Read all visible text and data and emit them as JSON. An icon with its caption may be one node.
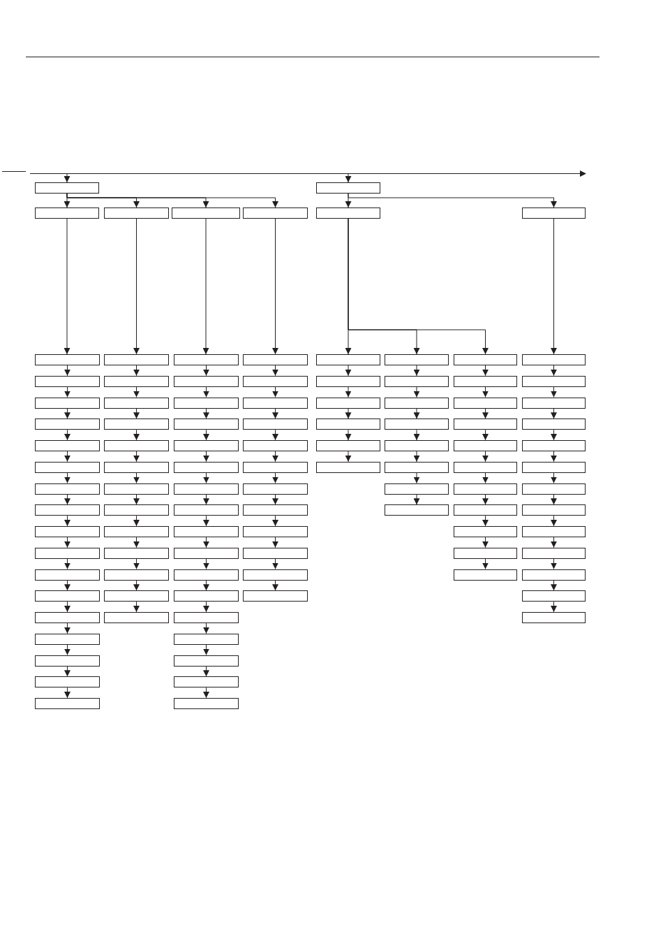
{
  "diagram": {
    "nodes": [
      {
        "text": [],
        "shape": "box"
      },
      {
        "text": [],
        "shape": "box"
      },
      {
        "text": [],
        "shape": "box"
      },
      {
        "text": [],
        "shape": "box"
      },
      {
        "text": [],
        "shape": "box"
      },
      {
        "text": [],
        "shape": "box"
      },
      {
        "text": [],
        "shape": "box"
      },
      {
        "text": [],
        "shape": "box"
      },
      {
        "text": [],
        "shape": "box"
      },
      {
        "text": [],
        "shape": "box"
      },
      {
        "text": [],
        "shape": "box"
      },
      {
        "text": [],
        "shape": "box"
      },
      {
        "text": [],
        "shape": "box"
      },
      {
        "text": [],
        "shape": "box"
      },
      {
        "text": [],
        "shape": "box"
      },
      {
        "text": [],
        "shape": "box"
      },
      {
        "text": [],
        "shape": "box"
      },
      {
        "text": [],
        "shape": "box"
      },
      {
        "text": [],
        "shape": "box"
      },
      {
        "text": [],
        "shape": "box"
      },
      {
        "text": [],
        "shape": "box"
      },
      {
        "text": [],
        "shape": "box"
      },
      {
        "text": [],
        "shape": "box"
      },
      {
        "text": [],
        "shape": "box"
      },
      {
        "text": [],
        "shape": "box"
      },
      {
        "text": [],
        "shape": "box"
      },
      {
        "text": [],
        "shape": "box"
      },
      {
        "text": [],
        "shape": "box"
      },
      {
        "text": [],
        "shape": "box"
      },
      {
        "text": [],
        "shape": "box"
      },
      {
        "text": [],
        "shape": "box"
      },
      {
        "text": [],
        "shape": "box"
      },
      {
        "text": [],
        "shape": "box"
      },
      {
        "text": [],
        "shape": "box"
      },
      {
        "text": [],
        "shape": "box"
      },
      {
        "text": [],
        "shape": "box"
      },
      {
        "text": [],
        "shape": "box"
      },
      {
        "text": [],
        "shape": "box"
      },
      {
        "text": [],
        "shape": "box"
      },
      {
        "text": [],
        "shape": "box"
      },
      {
        "text": [],
        "shape": "box"
      },
      {
        "text": [],
        "shape": "box"
      },
      {
        "text": [],
        "shape": "box"
      },
      {
        "text": [],
        "shape": "box"
      },
      {
        "text": [],
        "shape": "box"
      },
      {
        "text": [],
        "shape": "box"
      },
      {
        "text": [],
        "shape": "box"
      },
      {
        "text": [],
        "shape": "box"
      },
      {
        "text": [],
        "shape": "box"
      },
      {
        "text": [],
        "shape": "box"
      },
      {
        "text": [],
        "shape": "box"
      },
      {
        "text": [],
        "shape": "box"
      },
      {
        "text": [],
        "shape": "box"
      },
      {
        "text": [],
        "shape": "box"
      },
      {
        "text": [],
        "shape": "box"
      },
      {
        "text": [],
        "shape": "box"
      },
      {
        "text": [],
        "shape": "box"
      },
      {
        "text": [],
        "shape": "box"
      },
      {
        "text": [],
        "shape": "box"
      },
      {
        "text": [],
        "shape": "box"
      },
      {
        "text": [],
        "shape": "box"
      },
      {
        "text": [],
        "shape": "box"
      },
      {
        "text": [],
        "shape": "box"
      },
      {
        "text": [],
        "shape": "box"
      },
      {
        "text": [],
        "shape": "box"
      },
      {
        "text": [],
        "shape": "box"
      },
      {
        "text": [],
        "shape": "box"
      },
      {
        "text": [],
        "shape": "box"
      },
      {
        "text": [],
        "shape": "box"
      },
      {
        "text": [],
        "shape": "box"
      },
      {
        "text": [],
        "shape": "box"
      },
      {
        "text": [],
        "shape": "box"
      },
      {
        "text": [],
        "shape": "box"
      },
      {
        "text": [],
        "shape": "box"
      },
      {
        "text": [],
        "shape": "box"
      },
      {
        "text": [],
        "shape": "box"
      },
      {
        "text": [],
        "shape": "box"
      },
      {
        "text": [],
        "shape": "box"
      },
      {
        "text": [],
        "shape": "box"
      },
      {
        "text": [],
        "shape": "box"
      },
      {
        "text": [],
        "shape": "box"
      },
      {
        "text": [],
        "shape": "box"
      },
      {
        "text": [],
        "shape": "box"
      },
      {
        "text": [],
        "shape": "box"
      },
      {
        "text": [],
        "shape": "box"
      },
      {
        "text": [],
        "shape": "box"
      },
      {
        "text": [],
        "shape": "box"
      },
      {
        "text": [],
        "shape": "box"
      },
      {
        "text": [],
        "shape": "box"
      },
      {
        "text": [],
        "shape": "box"
      },
      {
        "text": [],
        "shape": "box"
      },
      {
        "text": [],
        "shape": "box"
      },
      {
        "text": [],
        "shape": "box"
      },
      {
        "text": [],
        "shape": "box"
      },
      {
        "text": [],
        "shape": "box"
      },
      {
        "text": [],
        "shape": "box"
      },
      {
        "text": [],
        "shape": "box"
      },
      {
        "text": [],
        "shape": "box"
      },
      {
        "text": [],
        "shape": "box"
      },
      {
        "text": [],
        "shape": "box"
      },
      {
        "text": [],
        "shape": "box"
      },
      {
        "text": [],
        "shape": "box"
      },
      {
        "text": [],
        "shape": "box"
      },
      {
        "text": [],
        "shape": "box"
      },
      {
        "text": [],
        "shape": "box"
      }
    ],
    "edges": [
      {
        "from": null,
        "to": 0,
        "arrow": "to"
      },
      {
        "from": null,
        "to": 1,
        "arrow": "to"
      },
      {
        "from": 0,
        "to": 2,
        "arrow": "to"
      },
      {
        "from": 0,
        "to": 3,
        "arrow": "to"
      },
      {
        "from": 0,
        "to": 4,
        "arrow": "to"
      },
      {
        "from": 0,
        "to": 5,
        "arrow": "to"
      },
      {
        "from": 1,
        "to": 6,
        "arrow": "to"
      },
      {
        "from": 1,
        "to": 7,
        "arrow": "to"
      },
      {
        "from": 2,
        "to": 8,
        "arrow": "to"
      },
      {
        "from": 3,
        "to": 25,
        "arrow": "to"
      },
      {
        "from": 4,
        "to": 38,
        "arrow": "to"
      },
      {
        "from": 5,
        "to": 55,
        "arrow": "to"
      },
      {
        "from": 6,
        "to": 67,
        "arrow": "to"
      },
      {
        "from": 6,
        "to": 73,
        "arrow": "to"
      },
      {
        "from": 6,
        "to": 81,
        "arrow": "to"
      },
      {
        "from": 7,
        "to": 92,
        "arrow": "to"
      },
      {
        "from": 8,
        "to": 9,
        "arrow": "to"
      },
      {
        "from": 9,
        "to": 10,
        "arrow": "to"
      },
      {
        "from": 10,
        "to": 11,
        "arrow": "to"
      },
      {
        "from": 11,
        "to": 12,
        "arrow": "to"
      },
      {
        "from": 12,
        "to": 13,
        "arrow": "to"
      },
      {
        "from": 13,
        "to": 14,
        "arrow": "to"
      },
      {
        "from": 14,
        "to": 15,
        "arrow": "to"
      },
      {
        "from": 15,
        "to": 16,
        "arrow": "to"
      },
      {
        "from": 16,
        "to": 17,
        "arrow": "to"
      },
      {
        "from": 17,
        "to": 18,
        "arrow": "to"
      },
      {
        "from": 18,
        "to": 19,
        "arrow": "to"
      },
      {
        "from": 19,
        "to": 20,
        "arrow": "to"
      },
      {
        "from": 20,
        "to": 21,
        "arrow": "to"
      },
      {
        "from": 21,
        "to": 22,
        "arrow": "to"
      },
      {
        "from": 22,
        "to": 23,
        "arrow": "to"
      },
      {
        "from": 23,
        "to": 24,
        "arrow": "to"
      },
      {
        "from": 25,
        "to": 26,
        "arrow": "to"
      },
      {
        "from": 26,
        "to": 27,
        "arrow": "to"
      },
      {
        "from": 27,
        "to": 28,
        "arrow": "to"
      },
      {
        "from": 28,
        "to": 29,
        "arrow": "to"
      },
      {
        "from": 29,
        "to": 30,
        "arrow": "to"
      },
      {
        "from": 30,
        "to": 31,
        "arrow": "to"
      },
      {
        "from": 31,
        "to": 32,
        "arrow": "to"
      },
      {
        "from": 32,
        "to": 33,
        "arrow": "to"
      },
      {
        "from": 33,
        "to": 34,
        "arrow": "to"
      },
      {
        "from": 34,
        "to": 35,
        "arrow": "to"
      },
      {
        "from": 35,
        "to": 36,
        "arrow": "to"
      },
      {
        "from": 36,
        "to": 37,
        "arrow": "to"
      },
      {
        "from": 38,
        "to": 39,
        "arrow": "to"
      },
      {
        "from": 39,
        "to": 40,
        "arrow": "to"
      },
      {
        "from": 40,
        "to": 41,
        "arrow": "to"
      },
      {
        "from": 41,
        "to": 42,
        "arrow": "to"
      },
      {
        "from": 42,
        "to": 43,
        "arrow": "to"
      },
      {
        "from": 43,
        "to": 44,
        "arrow": "to"
      },
      {
        "from": 44,
        "to": 45,
        "arrow": "to"
      },
      {
        "from": 45,
        "to": 46,
        "arrow": "to"
      },
      {
        "from": 46,
        "to": 47,
        "arrow": "to"
      },
      {
        "from": 47,
        "to": 48,
        "arrow": "to"
      },
      {
        "from": 48,
        "to": 49,
        "arrow": "to"
      },
      {
        "from": 49,
        "to": 50,
        "arrow": "to"
      },
      {
        "from": 50,
        "to": 51,
        "arrow": "to"
      },
      {
        "from": 51,
        "to": 52,
        "arrow": "to"
      },
      {
        "from": 52,
        "to": 53,
        "arrow": "to"
      },
      {
        "from": 53,
        "to": 54,
        "arrow": "to"
      },
      {
        "from": 55,
        "to": 56,
        "arrow": "to"
      },
      {
        "from": 56,
        "to": 57,
        "arrow": "to"
      },
      {
        "from": 57,
        "to": 58,
        "arrow": "to"
      },
      {
        "from": 58,
        "to": 59,
        "arrow": "to"
      },
      {
        "from": 59,
        "to": 60,
        "arrow": "to"
      },
      {
        "from": 60,
        "to": 61,
        "arrow": "to"
      },
      {
        "from": 61,
        "to": 62,
        "arrow": "to"
      },
      {
        "from": 62,
        "to": 63,
        "arrow": "to"
      },
      {
        "from": 63,
        "to": 64,
        "arrow": "to"
      },
      {
        "from": 64,
        "to": 65,
        "arrow": "to"
      },
      {
        "from": 65,
        "to": 66,
        "arrow": "to"
      },
      {
        "from": 67,
        "to": 68,
        "arrow": "to"
      },
      {
        "from": 68,
        "to": 69,
        "arrow": "to"
      },
      {
        "from": 69,
        "to": 70,
        "arrow": "to"
      },
      {
        "from": 70,
        "to": 71,
        "arrow": "to"
      },
      {
        "from": 71,
        "to": 72,
        "arrow": "to"
      },
      {
        "from": 73,
        "to": 74,
        "arrow": "to"
      },
      {
        "from": 74,
        "to": 75,
        "arrow": "to"
      },
      {
        "from": 75,
        "to": 76,
        "arrow": "to"
      },
      {
        "from": 76,
        "to": 77,
        "arrow": "to"
      },
      {
        "from": 77,
        "to": 78,
        "arrow": "to"
      },
      {
        "from": 78,
        "to": 79,
        "arrow": "to"
      },
      {
        "from": 79,
        "to": 80,
        "arrow": "to"
      },
      {
        "from": 81,
        "to": 82,
        "arrow": "to"
      },
      {
        "from": 82,
        "to": 83,
        "arrow": "to"
      },
      {
        "from": 83,
        "to": 84,
        "arrow": "to"
      },
      {
        "from": 84,
        "to": 85,
        "arrow": "to"
      },
      {
        "from": 85,
        "to": 86,
        "arrow": "to"
      },
      {
        "from": 86,
        "to": 87,
        "arrow": "to"
      },
      {
        "from": 87,
        "to": 88,
        "arrow": "to"
      },
      {
        "from": 88,
        "to": 89,
        "arrow": "to"
      },
      {
        "from": 89,
        "to": 90,
        "arrow": "to"
      },
      {
        "from": 90,
        "to": 91,
        "arrow": "to"
      },
      {
        "from": 92,
        "to": 93,
        "arrow": "to"
      },
      {
        "from": 93,
        "to": 94,
        "arrow": "to"
      },
      {
        "from": 94,
        "to": 95,
        "arrow": "to"
      },
      {
        "from": 95,
        "to": 96,
        "arrow": "to"
      },
      {
        "from": 96,
        "to": 97,
        "arrow": "to"
      },
      {
        "from": 97,
        "to": 98,
        "arrow": "to"
      },
      {
        "from": 98,
        "to": 99,
        "arrow": "to"
      },
      {
        "from": 99,
        "to": 100,
        "arrow": "to"
      },
      {
        "from": 100,
        "to": 101,
        "arrow": "to"
      },
      {
        "from": 101,
        "to": 102,
        "arrow": "to"
      },
      {
        "from": 102,
        "to": 103,
        "arrow": "to"
      },
      {
        "from": 103,
        "to": 104,
        "arrow": "to"
      }
    ]
  }
}
